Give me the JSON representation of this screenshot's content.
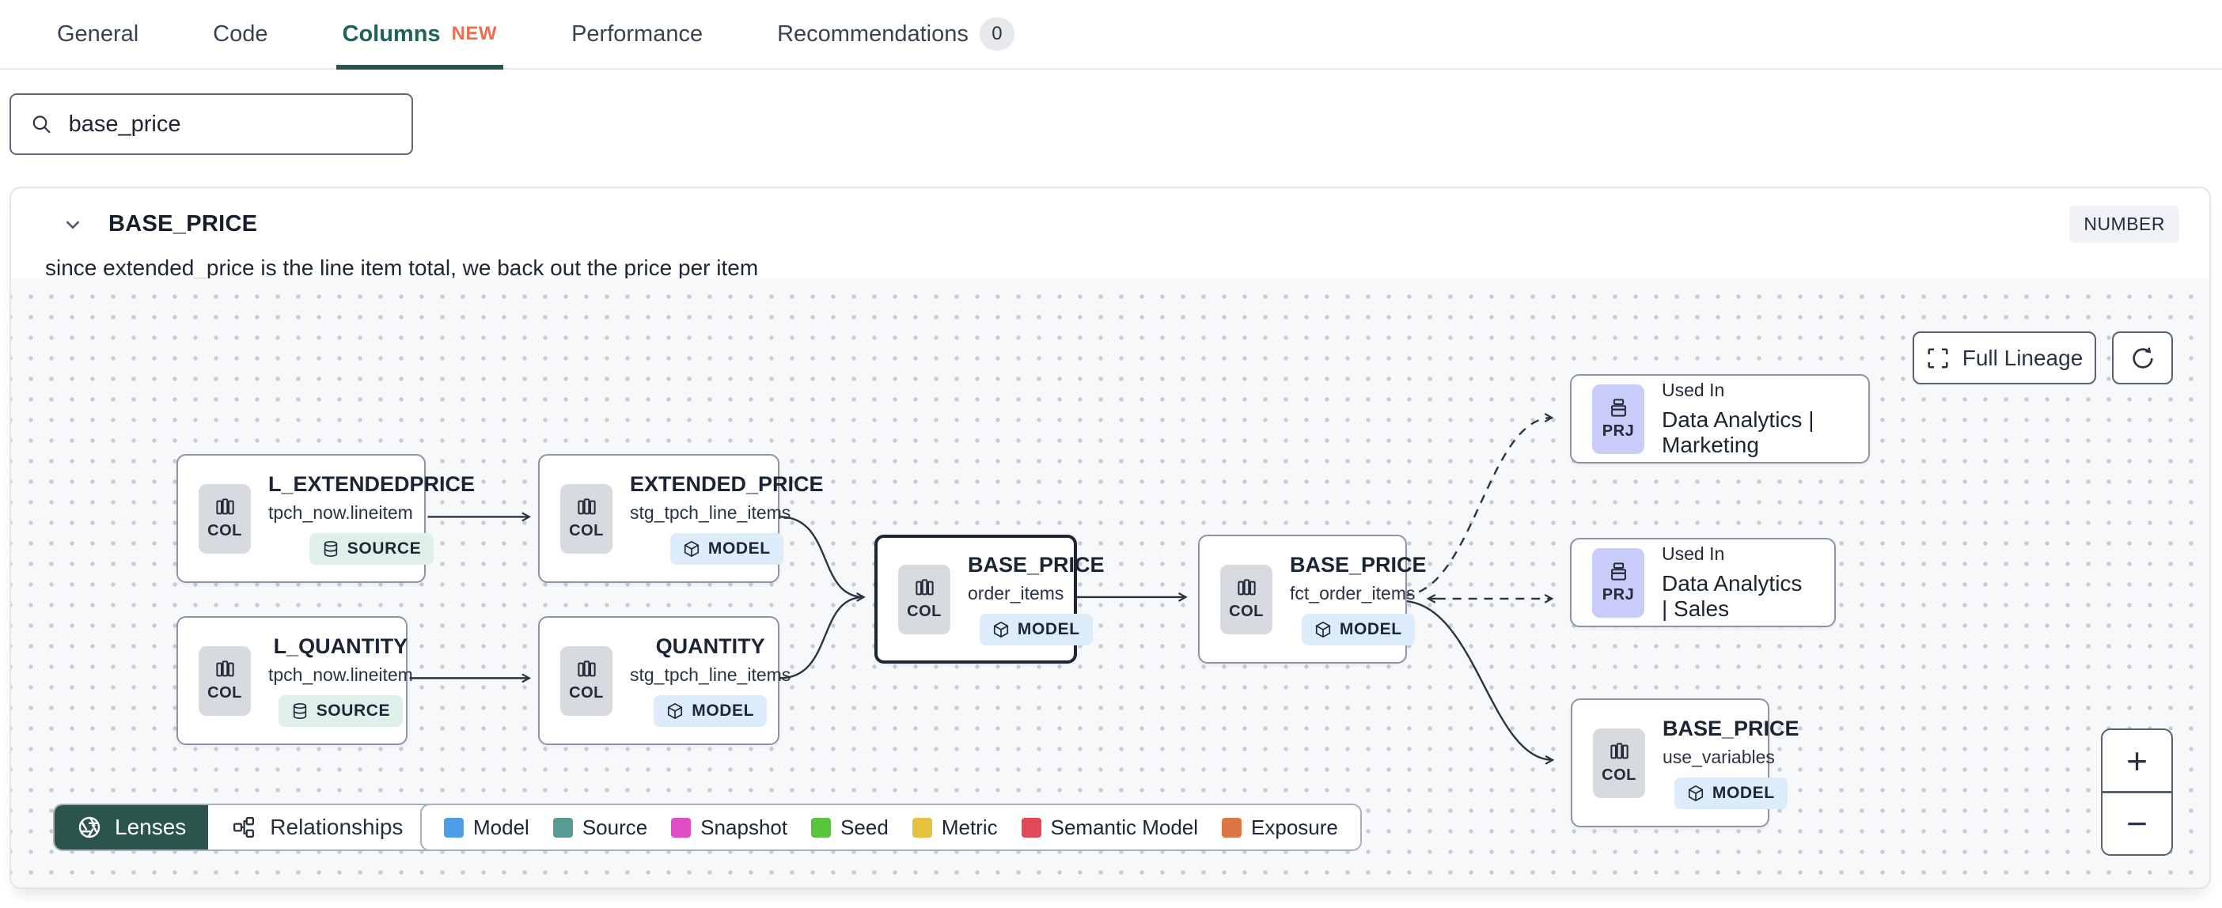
{
  "tabs": {
    "items": [
      {
        "label": "General"
      },
      {
        "label": "Code"
      },
      {
        "label": "Columns",
        "badge": "NEW",
        "active": true
      },
      {
        "label": "Performance"
      },
      {
        "label": "Recommendations",
        "count": "0"
      }
    ]
  },
  "search": {
    "value": "base_price"
  },
  "column_card": {
    "name": "BASE_PRICE",
    "type_badge": "NUMBER",
    "description": "since extended_price is the line item total, we back out the price per item"
  },
  "lineage": {
    "controls": {
      "full_lineage_label": "Full Lineage",
      "zoom_in": "+",
      "zoom_out": "−"
    },
    "nodes": [
      {
        "icon_label": "COL",
        "title": "L_EXTENDEDPRICE",
        "subtitle": "tpch_now.lineitem",
        "badge": "SOURCE"
      },
      {
        "icon_label": "COL",
        "title": "EXTENDED_PRICE",
        "subtitle": "stg_tpch_line_items",
        "badge": "MODEL"
      },
      {
        "icon_label": "COL",
        "title": "L_QUANTITY",
        "subtitle": "tpch_now.lineitem",
        "badge": "SOURCE"
      },
      {
        "icon_label": "COL",
        "title": "QUANTITY",
        "subtitle": "stg_tpch_line_items",
        "badge": "MODEL"
      },
      {
        "icon_label": "COL",
        "title": "BASE_PRICE",
        "subtitle": "order_items",
        "badge": "MODEL",
        "selected": true
      },
      {
        "icon_label": "COL",
        "title": "BASE_PRICE",
        "subtitle": "fct_order_items",
        "badge": "MODEL"
      },
      {
        "icon_label": "PRJ",
        "title": "Used In",
        "subtitle": "Data Analytics | Marketing"
      },
      {
        "icon_label": "PRJ",
        "title": "Used In",
        "subtitle": "Data Analytics | Sales"
      },
      {
        "icon_label": "COL",
        "title": "BASE_PRICE",
        "subtitle": "use_variables",
        "badge": "MODEL"
      }
    ],
    "toolbar": {
      "lenses_label": "Lenses",
      "relationships_label": "Relationships"
    },
    "legend": [
      {
        "label": "Model",
        "color": "#4f9fe8"
      },
      {
        "label": "Source",
        "color": "#579b94"
      },
      {
        "label": "Snapshot",
        "color": "#de4ec3"
      },
      {
        "label": "Seed",
        "color": "#59c43c"
      },
      {
        "label": "Metric",
        "color": "#e4c13e"
      },
      {
        "label": "Semantic Model",
        "color": "#e4495b"
      },
      {
        "label": "Exposure",
        "color": "#de7544"
      }
    ]
  }
}
